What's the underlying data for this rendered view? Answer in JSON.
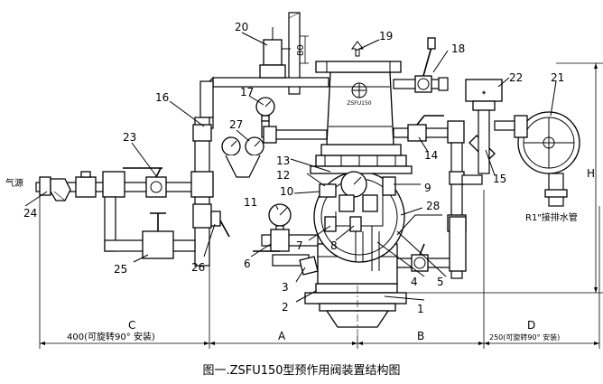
{
  "caption": "图一.ZSFU150型预作用阀装置结构图",
  "callouts": [
    "1",
    "2",
    "3",
    "4",
    "5",
    "6",
    "7",
    "8",
    "9",
    "10",
    "11",
    "12",
    "13",
    "14",
    "15",
    "16",
    "17",
    "18",
    "19",
    "20",
    "21",
    "22",
    "23",
    "24",
    "25",
    "26",
    "27",
    "28"
  ],
  "labels": {
    "water_source": "气源",
    "drain": "R1\"接排水管"
  },
  "dimensions": {
    "a": "A",
    "b": "B",
    "c": "C",
    "d": "D",
    "h": "H",
    "dim_80": "80",
    "left_span": "400(可旋转90° 安装)",
    "right_span": "250(可旋转90° 安装)"
  },
  "valve_plate_text": "ZSFU150"
}
